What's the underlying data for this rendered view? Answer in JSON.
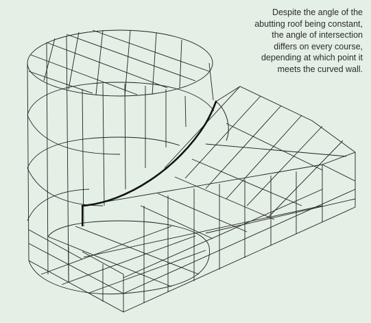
{
  "caption": "Despite the angle of the\nabutting roof being constant,\nthe angle of intersection\ndiffers on every course,\ndepending at which point it\nmeets the curved wall.",
  "colors": {
    "background": "#e4efe5",
    "line": "#1f1f1f",
    "caption_text": "#2b2b2b"
  },
  "figure": {
    "subject": "wireframe drawing of a cylindrical tower with an abutting pitched roof on a rectangular block",
    "highlighted_feature": "curved line of intersection between roof and cylinder"
  }
}
